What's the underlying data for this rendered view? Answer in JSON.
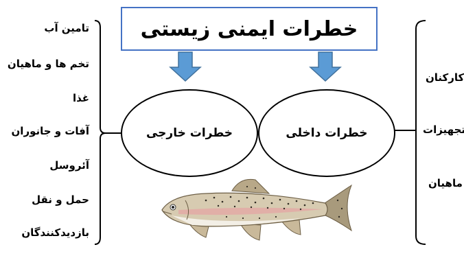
{
  "title": "خطرات ایمنی زیستی",
  "nodes": {
    "external": "خطرات خارجی",
    "internal": "خطرات داخلی"
  },
  "external_factors": [
    "تامین آب",
    "تخم ها و ماهیان",
    "غذا",
    "آفات و جانوران",
    "آئروسل",
    "حمل و نقل",
    "بازدیدکنندگان"
  ],
  "internal_factors": [
    "کارکنان",
    "تجهیزات",
    "ماهیان"
  ],
  "colors": {
    "title_border": "#4472c4",
    "arrow_fill": "#5b9bd5",
    "arrow_stroke": "#41719c"
  },
  "image": "rainbow-trout-fish"
}
